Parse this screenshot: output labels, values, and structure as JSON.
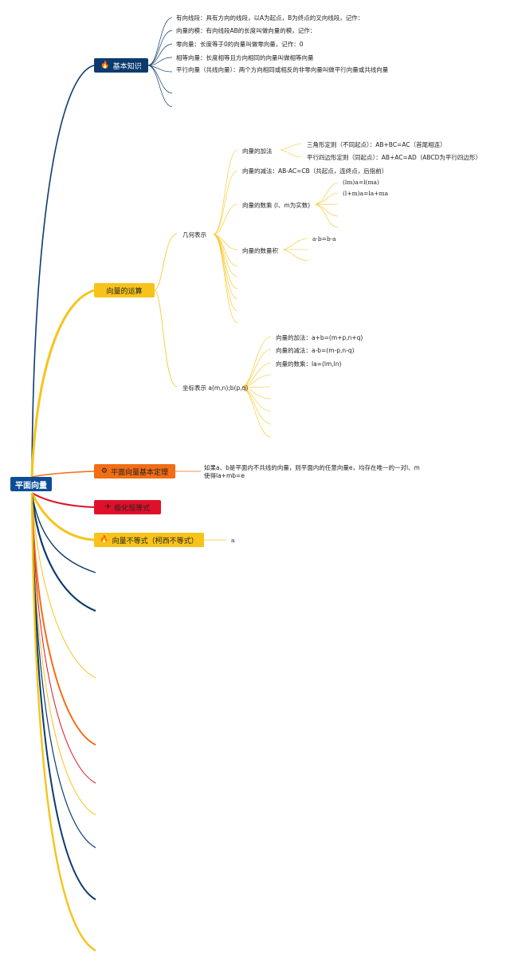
{
  "root": {
    "label": "平面向量"
  },
  "branches": {
    "basics": {
      "label": "基本知识",
      "icon": "fire-icon",
      "color": "#0b3b6e"
    },
    "operations": {
      "label": "向量的运算",
      "color": "#f7c31a"
    },
    "theorem": {
      "label": "平面向量基本定理",
      "icon": "gear-icon",
      "color": "#f26d14"
    },
    "polarization": {
      "label": "极化恒等式",
      "icon": "paper-plane-icon",
      "color": "#e0102a"
    },
    "inequality": {
      "label": "向量不等式（柯西不等式）",
      "icon": "fire-icon",
      "color": "#f7c31a"
    }
  },
  "basics_items": [
    "有向线段：具有方向的线段，以A为起点，B为终点的叉向线段，记作：",
    "向量的模：有向线段AB的长度叫做向量的模，记作：",
    "零向量：长度等于0的向量叫做零向量，记作：0",
    "相等向量：长度相等且方向相同的向量叫做相等向量",
    "平行向量（共线向量）：两个方向相同或相反的非零向量叫做平行向量或共线向量"
  ],
  "geometry": {
    "label": "几何表示",
    "addition": "向量的加法",
    "triangle_rule": "三角形定则（不同起点）：AB+BC=AC（首尾相连）",
    "parallelogram_rule": "平行四边形定则（同起点）：AB+AC=AD（ABCD为平行四边形）",
    "subtraction": "向量的减法：AB-AC=CB（共起点，连终点，后指前）",
    "scalar_mult": "向量的数乘 (l、m为实数)",
    "scalar_rule1": "(lm)a=l(ma)",
    "scalar_rule2": "(l+m)a=la+ma",
    "dot_product": "向量的数量积",
    "dot_rule": "a·b=b·a"
  },
  "coordinate": {
    "label": "坐标表示 a(m,n);b(p,q)",
    "addition": "向量的加法：a+b=(m+p,n+q)",
    "subtraction": "向量的减法：a-b=(m-p,n-q)",
    "scalar": "向量的数乘：la=(lm,ln)"
  },
  "theorem_text": "如果a、b是平面内不共线的向量，则平面内的任意向量e，均存在唯一的一对l、m使得la+mb=e",
  "inequality_text": "a",
  "colors": {
    "navy": "#0b3b6e",
    "yellow": "#f7c31a",
    "orange": "#f26d14",
    "red": "#e0102a",
    "root": "#0b4e96"
  }
}
